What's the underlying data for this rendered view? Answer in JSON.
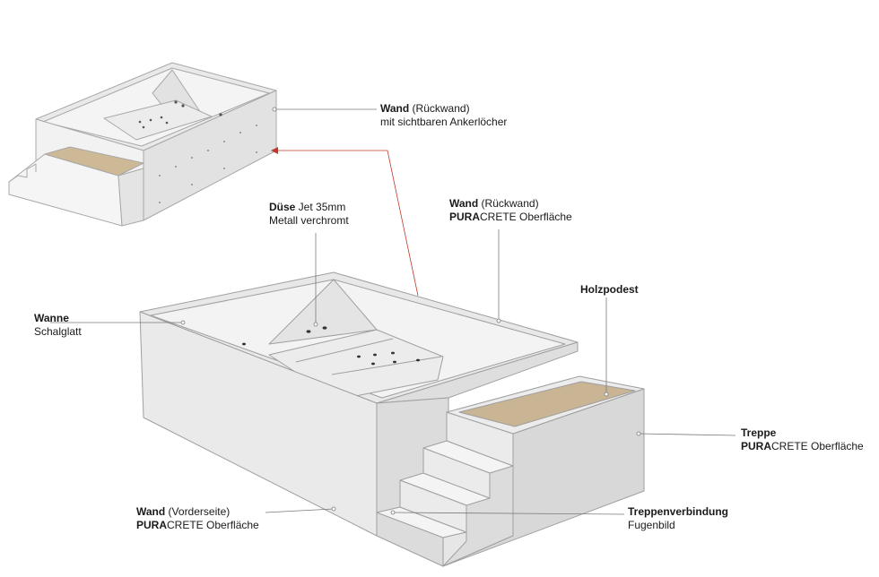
{
  "annotations": {
    "wall_back_small": {
      "bold": "Wand",
      "normal": " (Rückwand)",
      "line2": "mit sichtbaren Ankerlöcher"
    },
    "nozzle": {
      "bold": "Düse",
      "normal": " Jet 35mm",
      "line2": "Metall verchromt"
    },
    "wall_back_large": {
      "bold": "Wand",
      "normal": " (Rückwand)",
      "line2_bold": "PURA",
      "line2_normal": "CRETE Oberfläche"
    },
    "platform": {
      "bold": "Holzpodest"
    },
    "tub": {
      "bold": "Wanne",
      "line2": "Schalglatt"
    },
    "stairs": {
      "bold": "Treppe",
      "line2_bold": "PURA",
      "line2_normal": "CRETE Oberfläche"
    },
    "stair_joint": {
      "bold": "Treppenverbindung",
      "line2": "Fugenbild"
    },
    "wall_front": {
      "bold": "Wand",
      "normal": " (Vorderseite)",
      "line2_bold": "PURA",
      "line2_normal": "CRETE Oberfläche"
    }
  },
  "colors": {
    "wall_light": "#f1f1f1",
    "wall_mid": "#e6e6e6",
    "wall_dark": "#d6d6d6",
    "edge": "#9a9a9a",
    "wood": "#c9b493",
    "leader": "#777777",
    "leader_red": "#c0392b"
  }
}
